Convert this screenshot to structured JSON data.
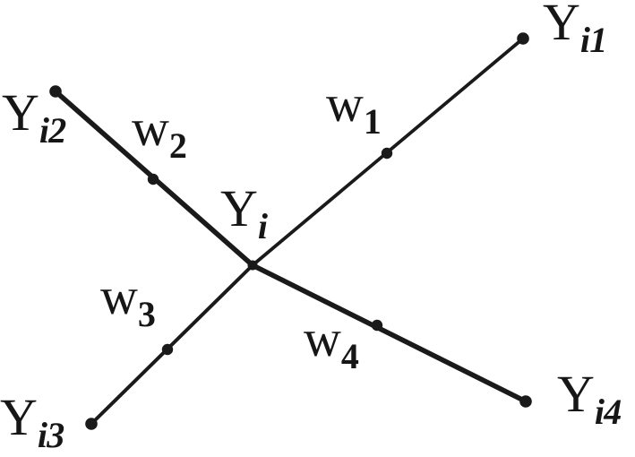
{
  "diagram": {
    "description": "Star graph: central node Y_i joined by four weighted edges to neighbor nodes",
    "background_color": "#ffffff",
    "ink_color": "#1a1a1a",
    "center_node": {
      "main": "Y",
      "sub": "i"
    },
    "nodes": [
      {
        "main": "Y",
        "sub": "i1"
      },
      {
        "main": "Y",
        "sub": "i2"
      },
      {
        "main": "Y",
        "sub": "i3"
      },
      {
        "main": "Y",
        "sub": "i4"
      }
    ],
    "weights": [
      {
        "main": "w",
        "sub": "1"
      },
      {
        "main": "w",
        "sub": "2"
      },
      {
        "main": "w",
        "sub": "3"
      },
      {
        "main": "w",
        "sub": "4"
      }
    ]
  }
}
